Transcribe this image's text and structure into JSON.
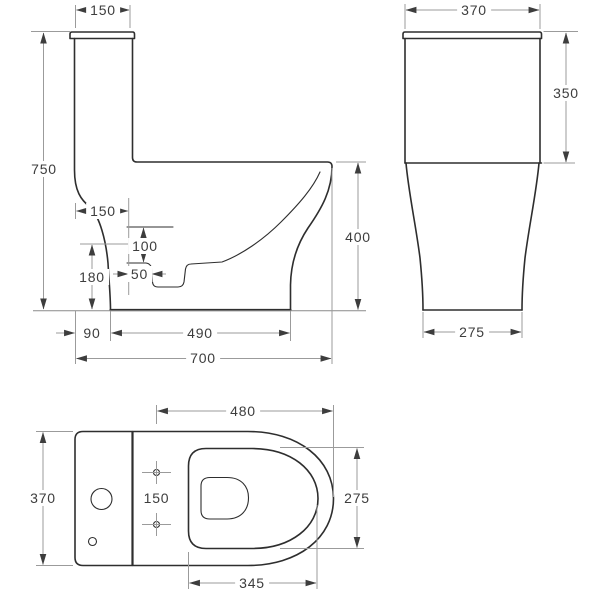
{
  "document": {
    "type": "technical-drawing",
    "subject": "one-piece toilet dimensional diagram",
    "views": [
      "side-view",
      "front-view",
      "top-view"
    ]
  },
  "views": {
    "side": {
      "dims": {
        "tank_top_width": "150",
        "overall_height": "750",
        "drain_offset": "150",
        "inner_height_100": "100",
        "inner_height_180": "180",
        "drain_width_50": "50",
        "bowl_height": "400",
        "rear_gap": "90",
        "base_depth": "490",
        "overall_depth": "700"
      }
    },
    "front": {
      "dims": {
        "overall_width": "370",
        "tank_height": "350",
        "base_width": "275"
      }
    },
    "top": {
      "dims": {
        "bowl_length": "480",
        "overall_width": "370",
        "hole_spacing": "150",
        "seat_depth": "275",
        "seat_width": "345"
      }
    }
  },
  "colors": {
    "outline": "#2e2e2e",
    "dimension_line": "#9b9b9b",
    "arrow": "#3d3d3d",
    "text": "#3d3d3d",
    "background": "#ffffff"
  }
}
